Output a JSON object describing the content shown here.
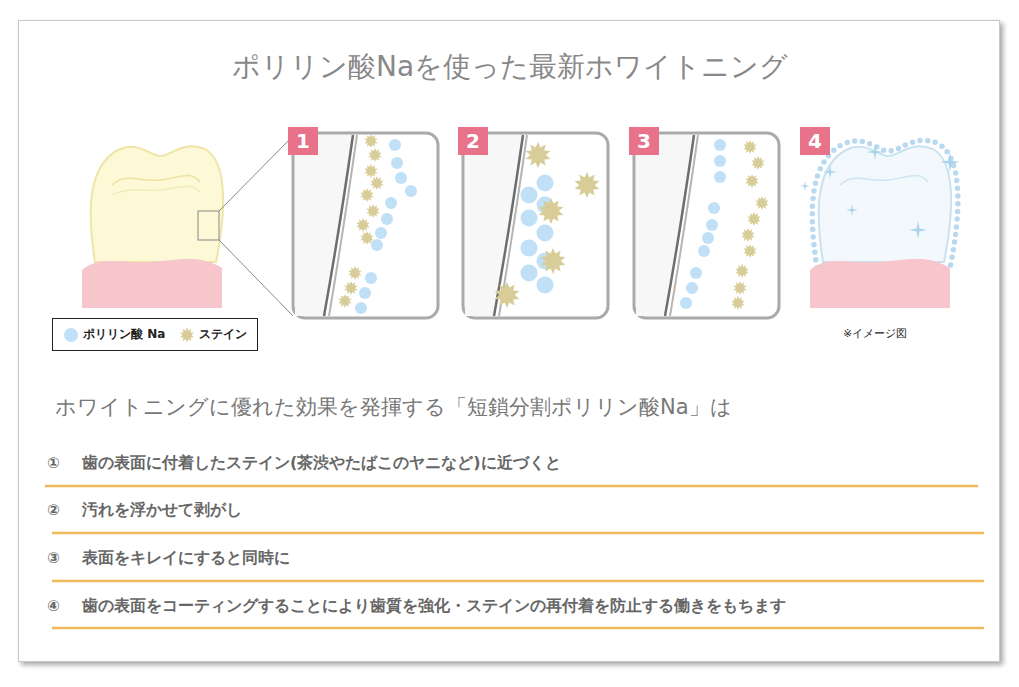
{
  "diagram": {
    "title": "ポリリン酸Naを使った最新ホワイトニング",
    "nodes": [
      {
        "text": [
          "1"
        ]
      },
      {
        "text": [
          "2"
        ]
      },
      {
        "text": [
          "3"
        ]
      },
      {
        "text": [
          "4"
        ]
      }
    ],
    "labels": [
      "※イメージ図",
      "ホワイトニングに優れた効果を発揮する「短鎖分割ポリリン酸Na」は",
      "①",
      "歯の表面に付着したステイン(茶渋やたばこのヤニなど)に近づくと",
      "②",
      "汚れを浮かせて剥がし",
      "③",
      "表面をキレイにすると同時に",
      "④",
      "歯の表面をコーティングすることにより歯質を強化・ステインの再付着を防止する働きをもちます"
    ],
    "legend": [
      {
        "text": "ポリリン酸 Na",
        "color": "#bfe0f6"
      },
      {
        "text": "ステイン",
        "color": "#d8cd98"
      }
    ]
  }
}
